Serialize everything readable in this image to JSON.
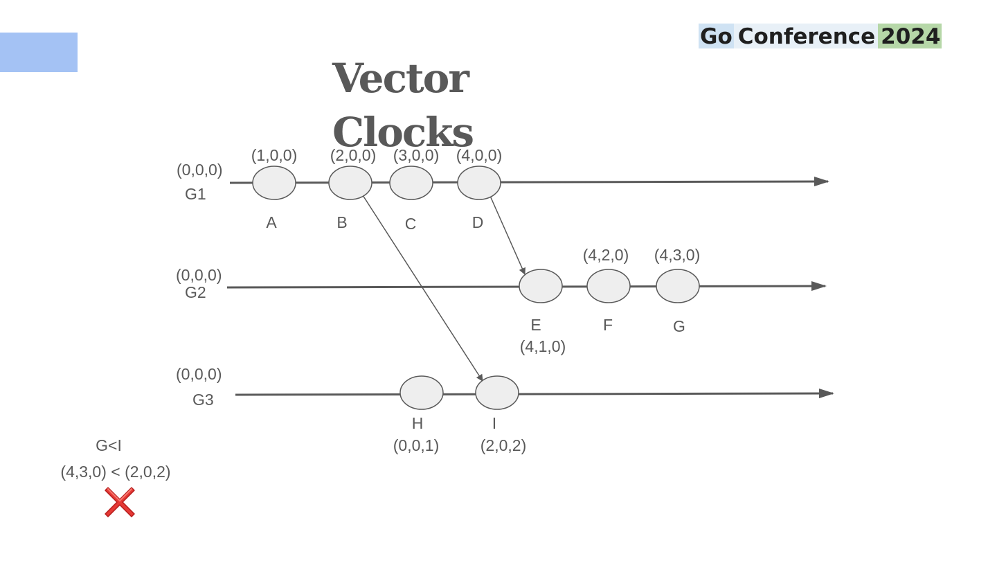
{
  "brand": {
    "go": "Go",
    "conference": "Conference",
    "year": "2024"
  },
  "title": {
    "line1": "Vector",
    "line2": "Clocks"
  },
  "processes": [
    {
      "name": "G1",
      "initial": "(0,0,0)"
    },
    {
      "name": "G2",
      "initial": "(0,0,0)"
    },
    {
      "name": "G3",
      "initial": "(0,0,0)"
    }
  ],
  "events": [
    {
      "label": "A",
      "clock": "(1,0,0)"
    },
    {
      "label": "B",
      "clock": "(2,0,0)"
    },
    {
      "label": "C",
      "clock": "(3,0,0)"
    },
    {
      "label": "D",
      "clock": "(4,0,0)"
    },
    {
      "label": "E",
      "clock": "(4,1,0)"
    },
    {
      "label": "F",
      "clock": "(4,2,0)"
    },
    {
      "label": "G",
      "clock": "(4,3,0)"
    },
    {
      "label": "H",
      "clock": "(0,0,1)"
    },
    {
      "label": "I",
      "clock": "(2,0,2)"
    }
  ],
  "messages": [
    {
      "from": "B",
      "to": "I"
    },
    {
      "from": "D",
      "to": "E"
    }
  ],
  "comparison": {
    "relation": "G<I",
    "expression": "(4,3,0) < (2,0,2)",
    "result_icon": "cross-mark-icon",
    "result_color": "#e53935"
  },
  "colors": {
    "accent_block": "#a4c2f4",
    "line": "#595959",
    "event_fill": "#eeeeee",
    "text": "#595959"
  }
}
